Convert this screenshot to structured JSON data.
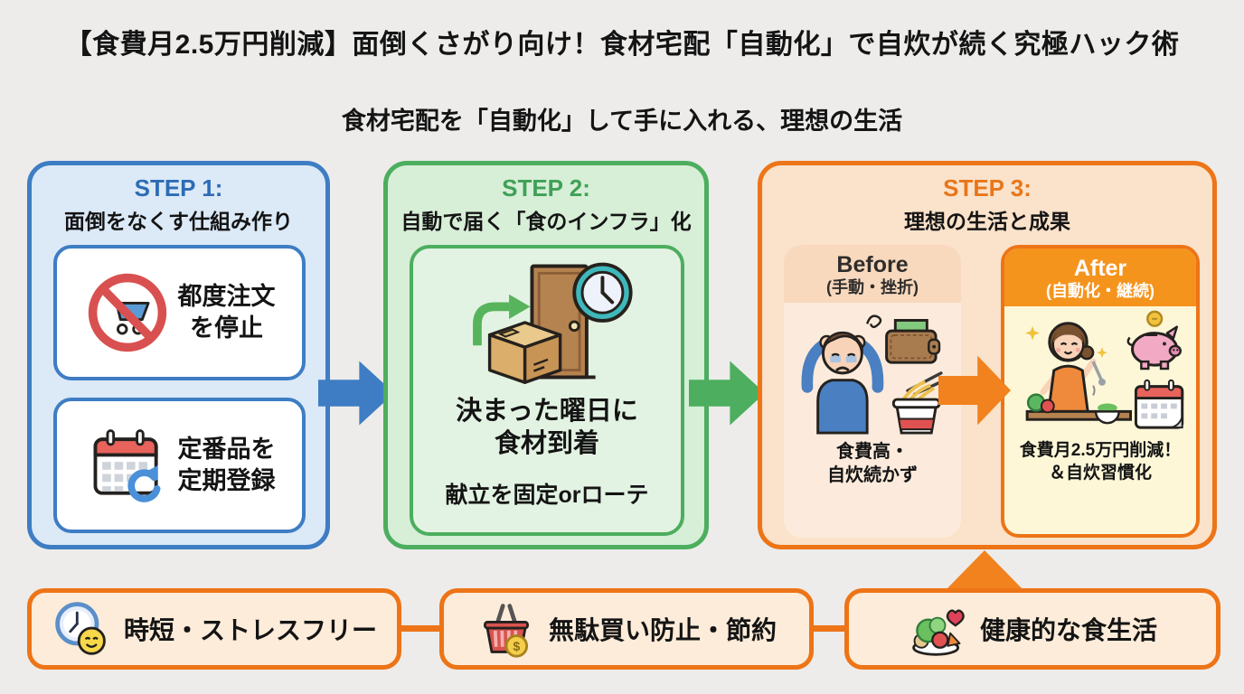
{
  "page": {
    "title": "【食費月2.5万円削減】面倒くさがり向け！食材宅配「自動化」で自炊が続く究極ハック術",
    "subtitle": "食材宅配を「自動化」して手に入れる、理想の生活"
  },
  "steps": [
    {
      "label": "STEP 1:",
      "heading": "面倒をなくす仕組み作り",
      "items": [
        {
          "icon": "no-cart-icon",
          "line1": "都度注文",
          "line2": "を停止"
        },
        {
          "icon": "calendar-repeat-icon",
          "line1": "定番品を",
          "line2": "定期登録"
        }
      ]
    },
    {
      "label": "STEP 2:",
      "heading": "自動で届く「食のインフラ」化",
      "card": {
        "illustration": "delivery-door-clock-illustration",
        "line1": "決まった曜日に",
        "line2": "食材到着",
        "note": "献立を固定orローテ"
      }
    },
    {
      "label": "STEP 3:",
      "heading": "理想の生活と成果",
      "before": {
        "title": "Before",
        "subtitle": "(手動・挫折)",
        "illustration": "stressed-man-wallet-noodles-illustration",
        "caption1": "食費高・",
        "caption2": "自炊続かず"
      },
      "after": {
        "title": "After",
        "subtitle": "(自動化・継続)",
        "illustration": "cooking-woman-piggybank-calendar-illustration",
        "caption1": "食費月2.5万円削減！",
        "caption2": "＆自炊習慣化"
      }
    }
  ],
  "benefits": [
    {
      "icon": "clock-smiley-icon",
      "label": "時短・ストレスフリー"
    },
    {
      "icon": "shopping-basket-coin-icon",
      "label": "無駄買い防止・節約"
    },
    {
      "icon": "healthy-plate-heart-icon",
      "label": "健康的な食生活"
    }
  ],
  "colors": {
    "background": "#edecea",
    "step1_accent": "#3e7dc3",
    "step1_fill": "#dce9f7",
    "step2_accent": "#4cae5e",
    "step2_fill": "#d7eed7",
    "step3_accent": "#ed7417",
    "step3_fill": "#fbe2ca",
    "before_header": "#f8d9be",
    "before_body": "#fcebdc",
    "after_header": "#f5941d",
    "after_body": "#fdf7d8",
    "benefit_fill": "#fdecd9",
    "orange_arrow": "#f1821e"
  }
}
